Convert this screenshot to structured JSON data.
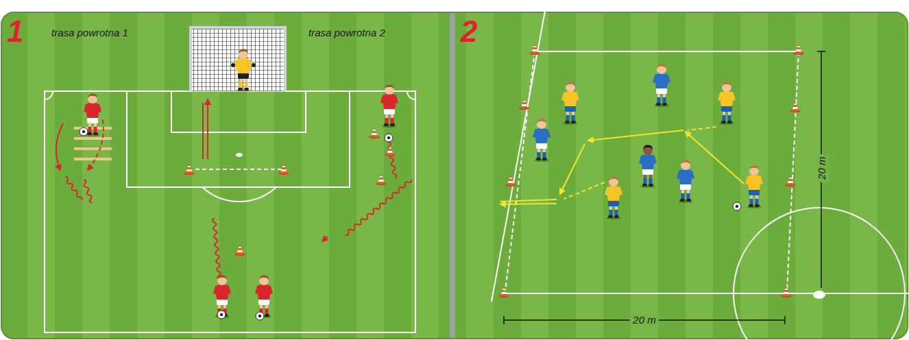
{
  "diagram": {
    "labels": [
      "1",
      "trasa powrotna 1",
      "trasa powrotna 2",
      "2",
      "20 m",
      "20 m"
    ]
  }
}
